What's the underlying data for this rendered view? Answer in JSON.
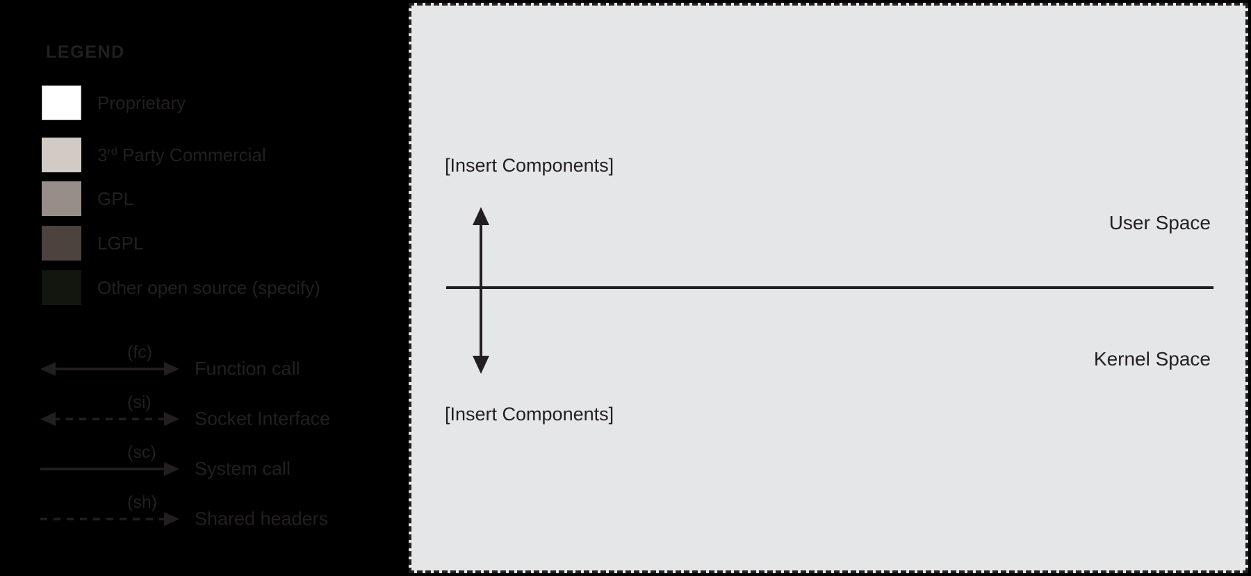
{
  "legend": {
    "title": "LEGEND",
    "swatches": [
      {
        "label": "Proprietary",
        "color": "#ffffff",
        "border": "#b5b5b5",
        "icon": "color-swatch"
      },
      {
        "label_pre": "3",
        "label_sup": "rd",
        "label_post": " Party Commercial",
        "label": "3rd Party Commercial",
        "color": "#d2cac4",
        "border": "#d2cac4",
        "icon": "color-swatch"
      },
      {
        "label": "GPL",
        "color": "#978e89",
        "border": "#978e89",
        "icon": "color-swatch"
      },
      {
        "label": "LGPL",
        "color": "#4c423e",
        "border": "#4c423e",
        "icon": "color-swatch"
      },
      {
        "label": "Other open source (specify)",
        "color": "#13160f",
        "border": "#13160f",
        "icon": "color-swatch"
      }
    ],
    "arrows": [
      {
        "code": "(fc)",
        "label": "Function call",
        "style": "solid",
        "heads": "both",
        "icon": "double-headed-solid-arrow-icon"
      },
      {
        "code": "(si)",
        "label": "Socket Interface",
        "style": "dashed",
        "heads": "both",
        "icon": "double-headed-dashed-arrow-icon"
      },
      {
        "code": "(sc)",
        "label": "System call",
        "style": "solid",
        "heads": "right",
        "icon": "right-solid-arrow-icon"
      },
      {
        "code": "(sh)",
        "label": "Shared headers",
        "style": "dashed",
        "heads": "right",
        "icon": "right-dashed-arrow-icon"
      }
    ]
  },
  "diagram": {
    "insert_top": "[Insert Components]",
    "insert_bottom": "[Insert Components]",
    "user_space": "User Space",
    "kernel_space": "Kernel Space",
    "boundary_icon": "horizontal-boundary-line",
    "vertical_arrow_icon": "vertical-double-headed-arrow-icon",
    "panel_background": "#e4e6e7",
    "stroke_color": "#231f20"
  }
}
